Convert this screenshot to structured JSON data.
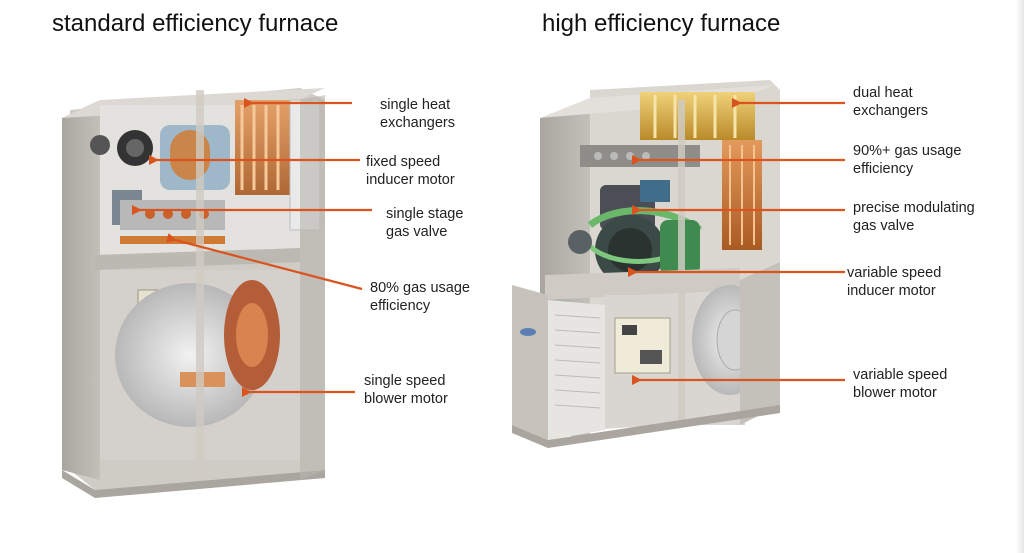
{
  "titles": {
    "left": "standard efficiency furnace",
    "right": "high efficiency furnace"
  },
  "left_labels": [
    {
      "line1": "single heat",
      "line2": "exchangers"
    },
    {
      "line1": "fixed speed",
      "line2": "inducer motor"
    },
    {
      "line1": "single stage",
      "line2": "gas valve"
    },
    {
      "line1": "80% gas usage",
      "line2": "efficiency"
    },
    {
      "line1": "single speed",
      "line2": "blower motor"
    }
  ],
  "right_labels": [
    {
      "line1": "dual heat",
      "line2": "exchangers"
    },
    {
      "line1": "90%+ gas usage",
      "line2": "efficiency"
    },
    {
      "line1": "precise modulating",
      "line2": "gas valve"
    },
    {
      "line1": "variable speed",
      "line2": "inducer motor"
    },
    {
      "line1": "variable speed",
      "line2": "blower motor"
    }
  ],
  "colors": {
    "arrow": "#d9541e",
    "cabinet": "#c9c6c1",
    "cabinet_dark": "#9e9a94",
    "copper": "#c87a3a",
    "gold": "#d8b04a",
    "green": "#3f8a4f"
  }
}
